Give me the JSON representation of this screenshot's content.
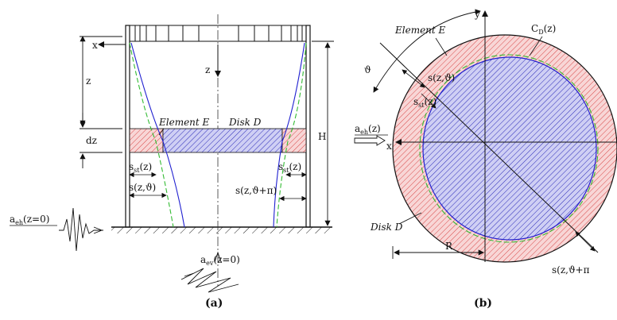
{
  "panel_a": {
    "caption": "(a)",
    "labels": {
      "x": "x",
      "z_axis": "z",
      "z": "z",
      "dz": "dz",
      "H": "H",
      "element": "Element E",
      "disk": "Disk D",
      "sst_left": "s",
      "sst_left_sub": "st",
      "sst_left_arg": "(z)",
      "s_left": "s(z,ϑ)",
      "sst_right": "s",
      "sst_right_sub": "st",
      "sst_right_arg": "(z)",
      "s_right": "s(z,ϑ+π)",
      "aeh": "a",
      "aeh_sub": "eh",
      "aeh_arg": "(z=0)",
      "aev": "a",
      "aev_sub": "ev",
      "aev_arg": "(z=0)"
    }
  },
  "panel_b": {
    "caption": "(b)",
    "labels": {
      "y": "y",
      "x": "x",
      "theta": "ϑ",
      "element": "Element E",
      "cd": "C",
      "cd_sub": "D",
      "cd_arg": "(z)",
      "s_theta": "s(z,ϑ)",
      "sst": "s",
      "sst_sub": "st",
      "sst_arg": "(z)",
      "aeh": "a",
      "aeh_sub": "eh",
      "aeh_arg": "(z)",
      "disk": "Disk D",
      "s_theta_pi": "s(z,ϑ+π",
      "R": "R"
    }
  },
  "colors": {
    "red_hatch": "#e05050",
    "red_fill": "#f8d0d0",
    "blue_hatch": "#3030c0",
    "blue_fill": "#c8c8f0",
    "green_dash": "#33bb33",
    "blue_line": "#2020d0"
  }
}
